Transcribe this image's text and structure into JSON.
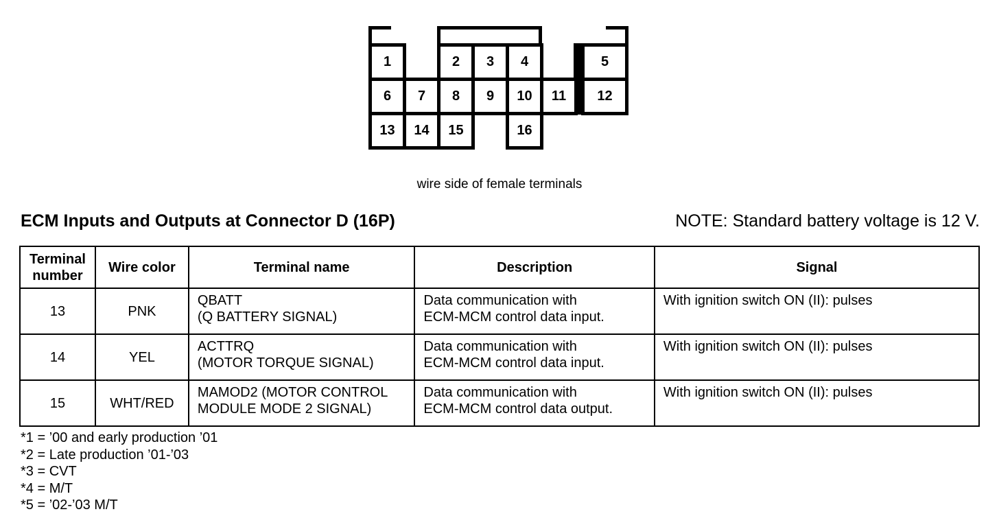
{
  "connector": {
    "terminals": [
      "1",
      "2",
      "3",
      "4",
      "5",
      "6",
      "7",
      "8",
      "9",
      "10",
      "11",
      "12",
      "13",
      "14",
      "15",
      "16"
    ]
  },
  "caption": "wire side of female terminals",
  "heading": "ECM Inputs and Outputs at Connector D (16P)",
  "note": "NOTE: Standard battery voltage is 12 V.",
  "table": {
    "headers": {
      "terminal_number_line1": "Terminal",
      "terminal_number_line2": "number",
      "wire_color": "Wire color",
      "terminal_name": "Terminal name",
      "description": "Description",
      "signal": "Signal"
    },
    "rows": [
      {
        "terminal": "13",
        "wire_color": "PNK",
        "name_line1": "QBATT",
        "name_line2": "(Q BATTERY SIGNAL)",
        "desc_line1": "Data communication with",
        "desc_line2": "ECM-MCM control data input.",
        "signal": "With ignition switch ON (II): pulses"
      },
      {
        "terminal": "14",
        "wire_color": "YEL",
        "name_line1": "ACTTRQ",
        "name_line2": "(MOTOR TORQUE SIGNAL)",
        "desc_line1": "Data communication with",
        "desc_line2": "ECM-MCM control data input.",
        "signal": "With ignition switch ON (II): pulses"
      },
      {
        "terminal": "15",
        "wire_color": "WHT/RED",
        "name_line1": "MAMOD2 (MOTOR CONTROL",
        "name_line2": "MODULE MODE 2 SIGNAL)",
        "desc_line1": "Data communication with",
        "desc_line2": "ECM-MCM control data output.",
        "signal": "With ignition switch ON (II): pulses"
      }
    ]
  },
  "footnotes": [
    "*1 = ’00 and early production ’01",
    "*2 = Late production ’01-’03",
    "*3 = CVT",
    "*4 = M/T",
    "*5 = ’02-’03 M/T"
  ]
}
